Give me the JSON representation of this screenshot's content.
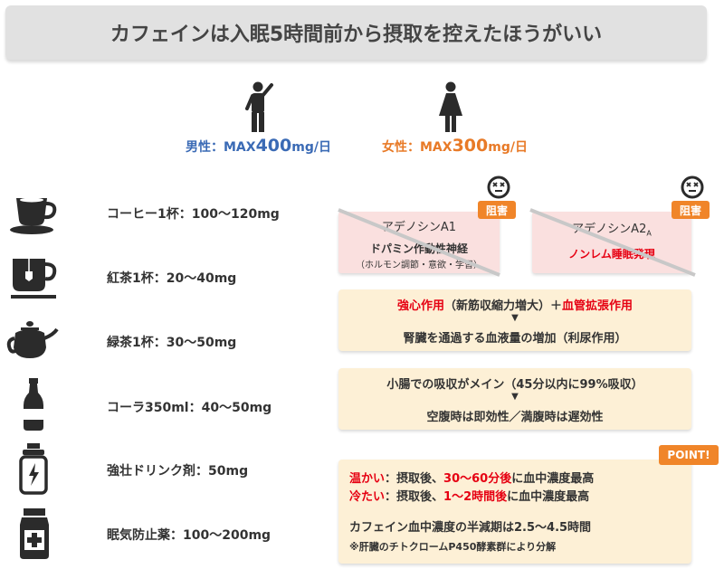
{
  "title": "カフェインは入眠5時間前から摂取を控えたほうがいい",
  "male": {
    "label": "男性：MAX",
    "amount": "400",
    "unit": "mg/日",
    "color": "#3a6ab5"
  },
  "female": {
    "label": "女性：MAX",
    "amount": "300",
    "unit": "mg/日",
    "color": "#e87a27"
  },
  "drinks": [
    {
      "icon": "coffee-cup-icon",
      "label": "コーヒー1杯：100〜120mg"
    },
    {
      "icon": "tea-cup-icon",
      "label": "紅茶1杯：20〜40mg"
    },
    {
      "icon": "teapot-icon",
      "label": "緑茶1杯：30〜50mg"
    },
    {
      "icon": "cola-bottle-icon",
      "label": "コーラ350ml：40〜50mg"
    },
    {
      "icon": "energy-drink-icon",
      "label": "強壮ドリンク剤：50mg"
    },
    {
      "icon": "medicine-bottle-icon",
      "label": "眠気防止薬：100〜200mg"
    }
  ],
  "receptors": {
    "a1": {
      "title": "アデノシンA1",
      "line1": "ドパミン作動性神経",
      "line2": "（ホルモン調節・意欲・学習）",
      "tag": "阻害"
    },
    "a2a": {
      "title": "アデノシンA2",
      "sub": "A",
      "line1": "ノンレム睡眠発現",
      "tag": "阻害"
    }
  },
  "box1": {
    "red1": "強心作用",
    "mid1": "（新筋収縮力増大）＋",
    "red2": "血管拡張作用",
    "arrow": "▼",
    "line2": "腎臓を通過する血液量の増加（利尿作用）"
  },
  "box2": {
    "line1": "小腸での吸収がメイン（45分以内に99%吸収）",
    "arrow": "▼",
    "line2": "空腹時は即効性／満腹時は遅効性"
  },
  "box3": {
    "point": "POINT!",
    "warm_label": "温かい",
    "warm_mid": "：摂取後、",
    "warm_time": "30〜60分後",
    "warm_end": "に血中濃度最高",
    "cold_label": "冷たい",
    "cold_mid": "：摂取後、",
    "cold_time": "1〜2時間後",
    "cold_end": "に血中濃度最高",
    "halflife": "カフェイン血中濃度の半減期は2.5〜4.5時間",
    "note": "※肝臓のチトクロームP450酵素群により分解"
  },
  "colors": {
    "accent": "#f08529",
    "red": "#e60012",
    "icon": "#2b2b2b"
  }
}
